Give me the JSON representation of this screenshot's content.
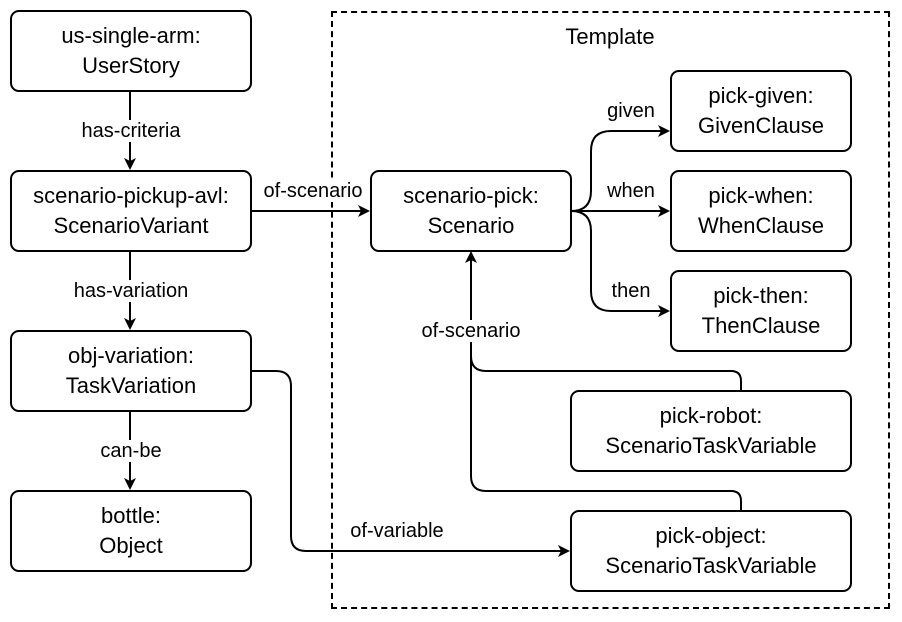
{
  "template": {
    "title": "Template"
  },
  "nodes": {
    "us_single_arm": {
      "name": "us-single-arm:",
      "type": "UserStory"
    },
    "scenario_pickup_avl": {
      "name": "scenario-pickup-avl:",
      "type": "ScenarioVariant"
    },
    "obj_variation": {
      "name": "obj-variation:",
      "type": "TaskVariation"
    },
    "bottle": {
      "name": "bottle:",
      "type": "Object"
    },
    "scenario_pick": {
      "name": "scenario-pick:",
      "type": "Scenario"
    },
    "pick_given": {
      "name": "pick-given:",
      "type": "GivenClause"
    },
    "pick_when": {
      "name": "pick-when:",
      "type": "WhenClause"
    },
    "pick_then": {
      "name": "pick-then:",
      "type": "ThenClause"
    },
    "pick_robot": {
      "name": "pick-robot:",
      "type": "ScenarioTaskVariable"
    },
    "pick_object": {
      "name": "pick-object:",
      "type": "ScenarioTaskVariable"
    }
  },
  "edges": {
    "has_criteria": "has-criteria",
    "has_variation": "has-variation",
    "can_be": "can-be",
    "of_scenario_variant": "of-scenario",
    "given": "given",
    "when": "when",
    "then": "then",
    "of_scenario_vars": "of-scenario",
    "of_variable": "of-variable"
  }
}
